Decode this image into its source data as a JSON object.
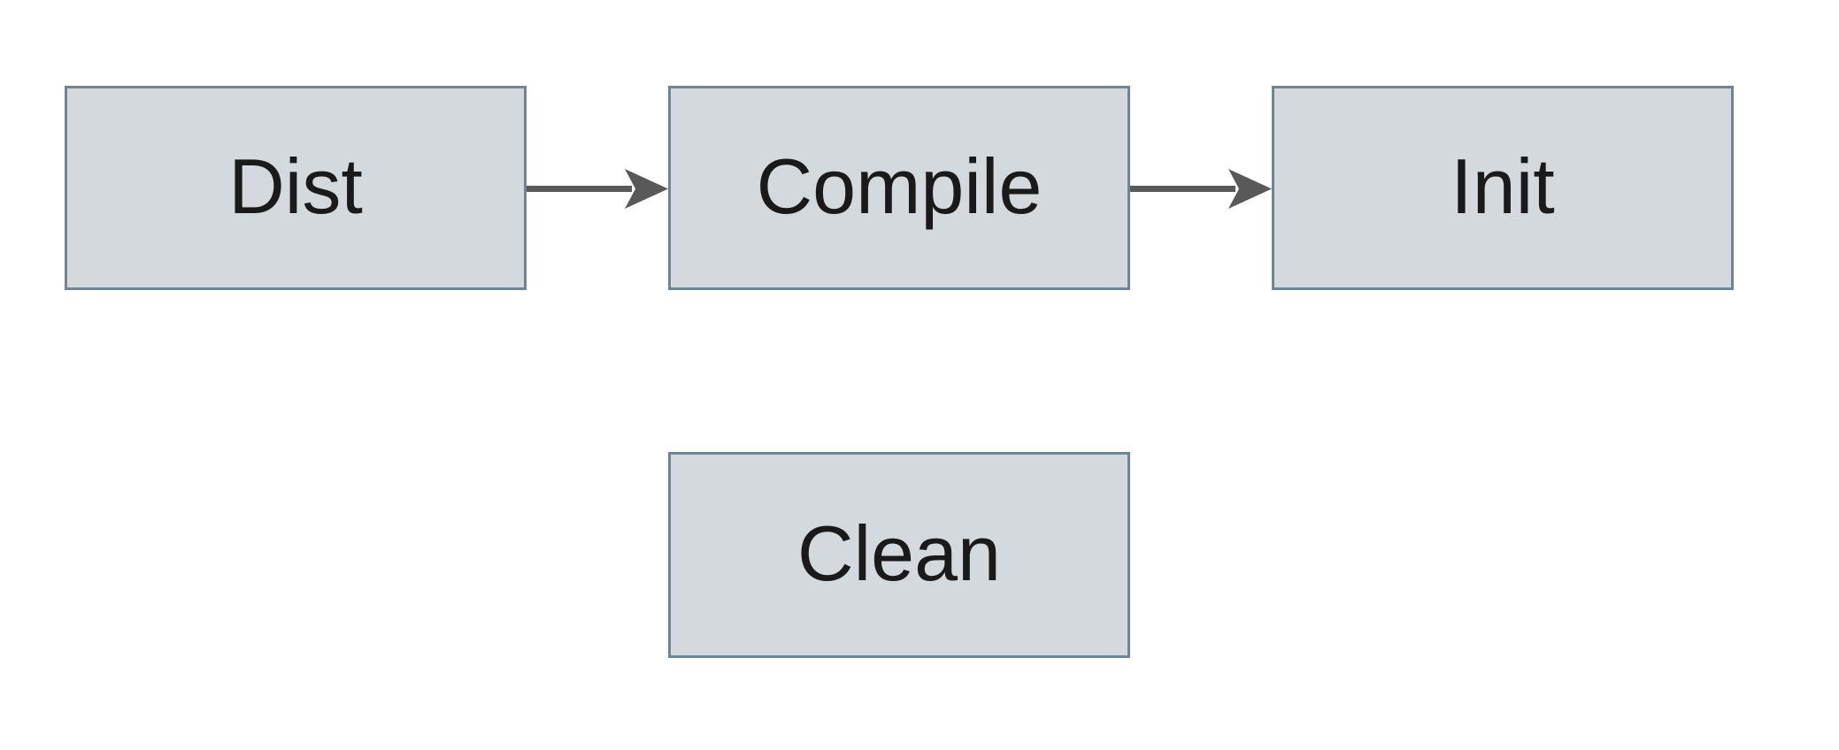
{
  "diagram": {
    "title": "",
    "nodes": {
      "dist": {
        "label": "Dist"
      },
      "compile": {
        "label": "Compile"
      },
      "init": {
        "label": "Init"
      },
      "clean": {
        "label": "Clean"
      }
    },
    "edges": [
      {
        "from": "Dist",
        "to": "Compile"
      },
      {
        "from": "Compile",
        "to": "Init"
      }
    ],
    "colors": {
      "canvas_bg": "#ffffff",
      "node_fill": "#d3d9dc",
      "node_border": "#6f8494",
      "arrow": "#595959",
      "label_text": "#1a1a1a"
    }
  }
}
